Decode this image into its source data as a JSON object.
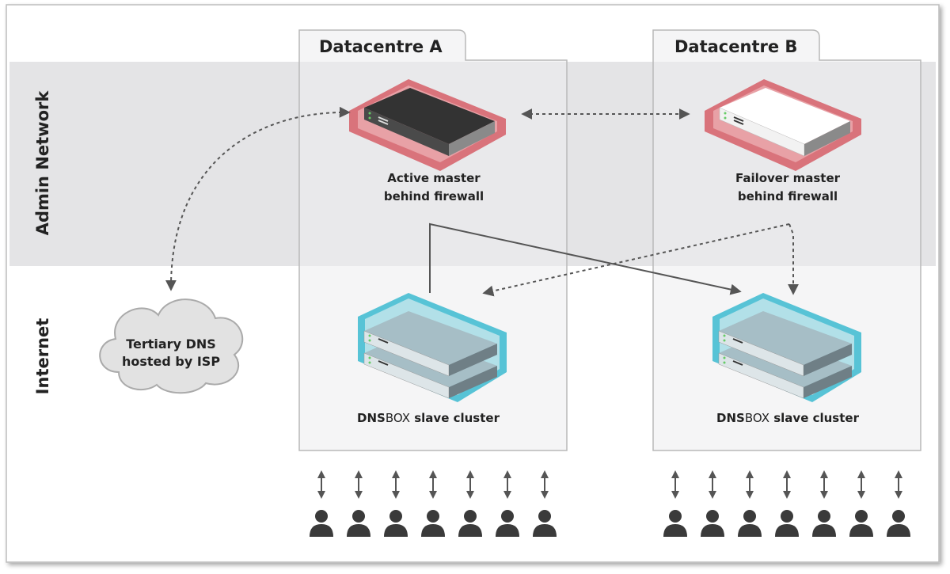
{
  "bands": {
    "admin": "Admin Network",
    "internet": "Internet"
  },
  "datacentres": [
    {
      "title": "Datacentre A",
      "master_line1": "Active master",
      "master_line2": "behind firewall",
      "cluster_bold": "DNS",
      "cluster_thin": "BOX",
      "cluster_rest": " slave cluster",
      "device_brand": "appliance"
    },
    {
      "title": "Datacentre B",
      "master_line1": "Failover master",
      "master_line2": "behind firewall",
      "cluster_bold": "DNS",
      "cluster_thin": "BOX",
      "cluster_rest": " slave cluster",
      "device_brand": "appliance"
    }
  ],
  "cloud": {
    "line1": "Tertiary DNS",
    "line2": "hosted by ISP"
  },
  "users_per_datacentre": 7,
  "colors": {
    "admin_band": "#e4e4e6",
    "firewall": "#d9737b",
    "firewall_inner": "#e8a1a6",
    "cluster_outer": "#57c3d6",
    "cluster_inner": "#b2e0e8",
    "arrow": "#555555",
    "user": "#3a3a3a"
  }
}
